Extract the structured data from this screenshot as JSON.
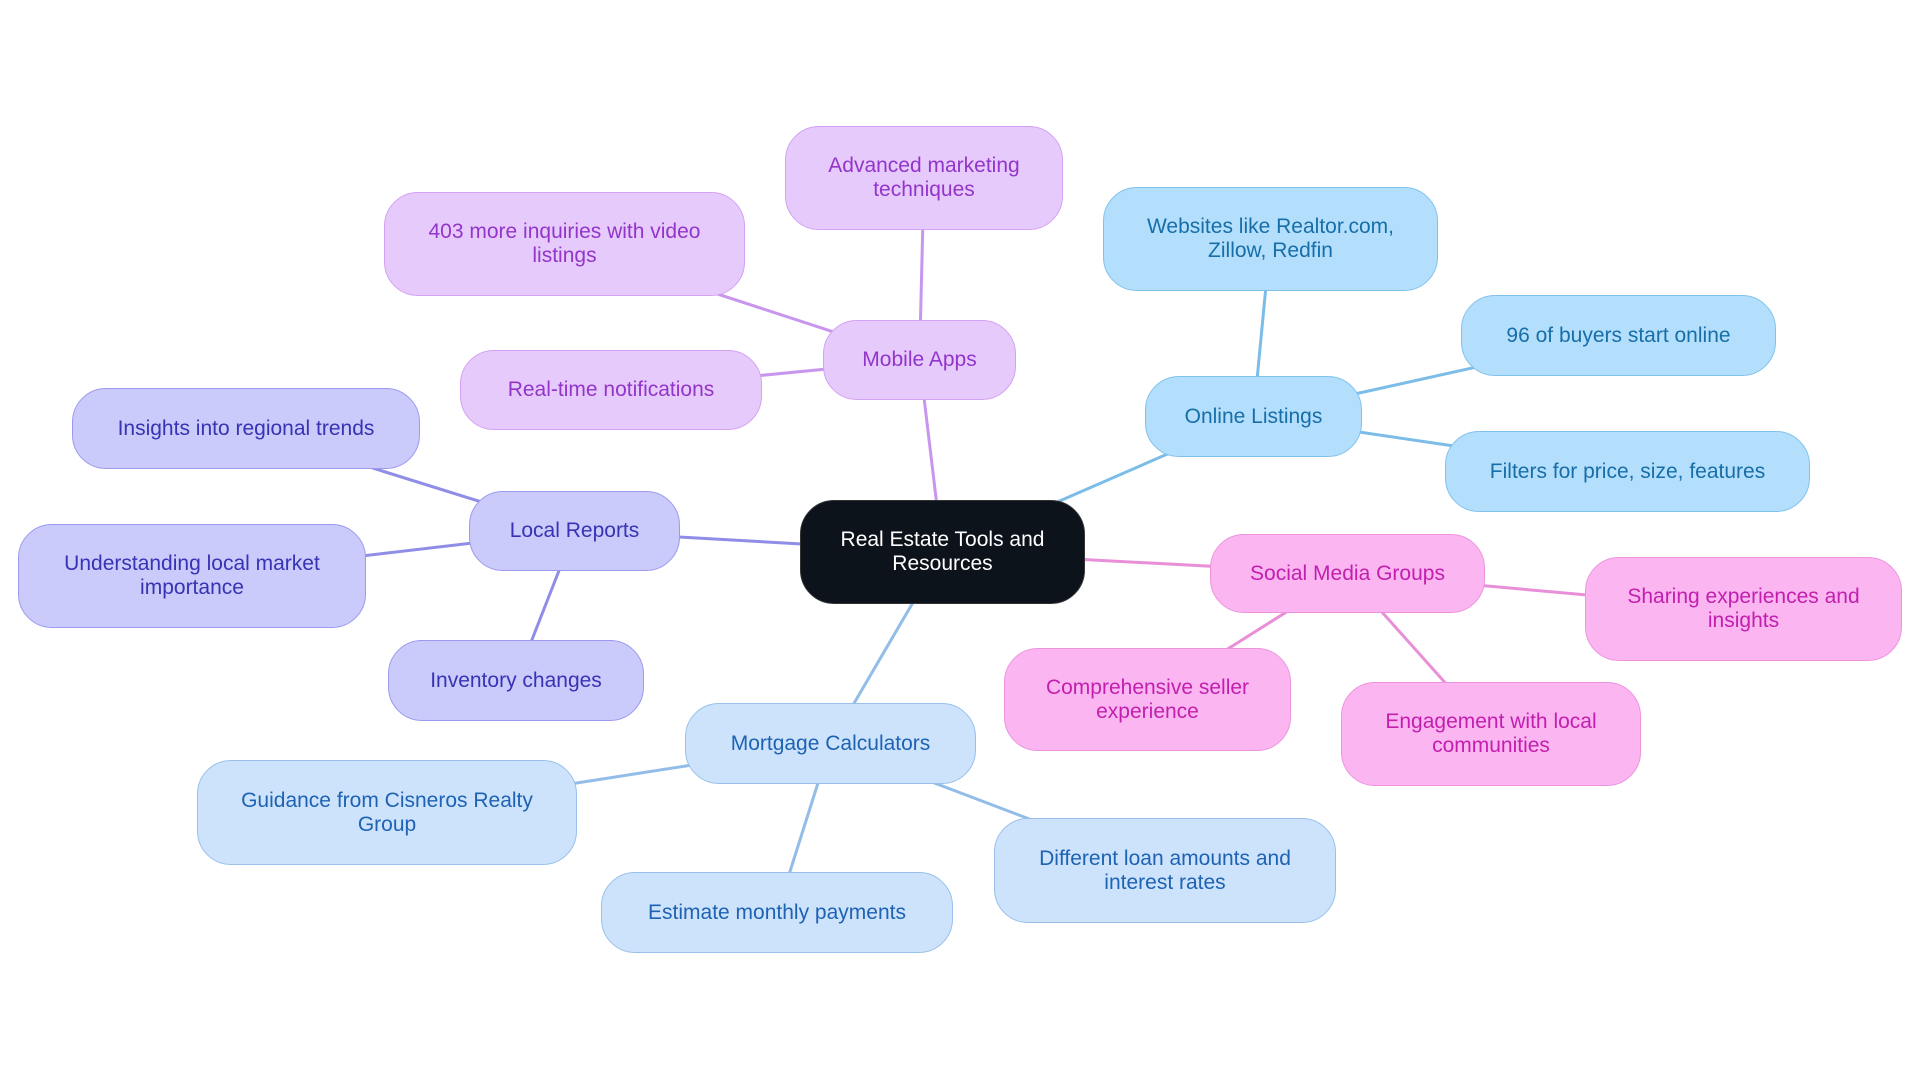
{
  "root": {
    "label": "Real Estate Tools and Resources"
  },
  "branches": {
    "mobile_apps": {
      "label": "Mobile Apps",
      "color": "#c996ee",
      "children": [
        "Advanced marketing techniques",
        "403 more inquiries with video listings",
        "Real-time notifications"
      ]
    },
    "online_listings": {
      "label": "Online Listings",
      "color": "#7bbde8",
      "children": [
        "Websites like Realtor.com, Zillow, Redfin",
        "96 of buyers start online",
        "Filters for price, size, features"
      ]
    },
    "social_media": {
      "label": "Social Media Groups",
      "color": "#e88fd8",
      "children": [
        "Sharing experiences and insights",
        "Comprehensive seller experience",
        "Engagement with local communities"
      ]
    },
    "local_reports": {
      "label": "Local Reports",
      "color": "#8f8de6",
      "children": [
        "Insights into regional trends",
        "Understanding local market importance",
        "Inventory changes"
      ]
    },
    "mortgage": {
      "label": "Mortgage Calculators",
      "color": "#92bde8",
      "children": [
        "Guidance from Cisneros Realty Group",
        "Estimate monthly payments",
        "Different loan amounts and interest rates"
      ]
    }
  }
}
